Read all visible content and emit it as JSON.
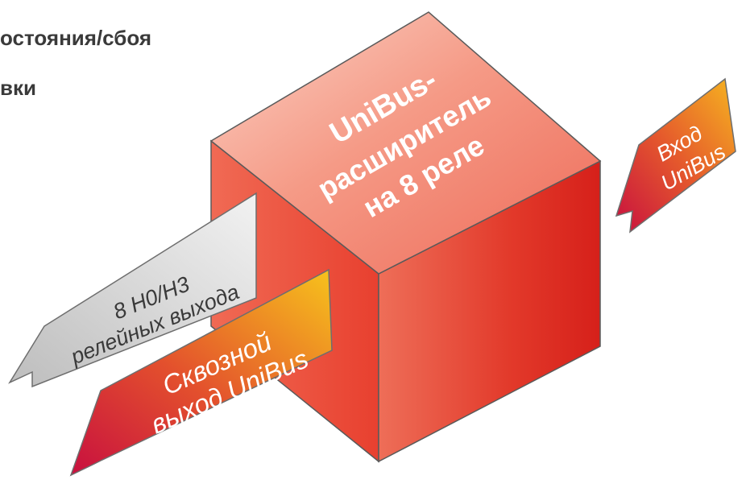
{
  "header": {
    "line1": "остояния/сбоя",
    "line2": "вки"
  },
  "cube": {
    "line1": "UniBus-",
    "line2": "расширитель",
    "line3": "на 8 реле"
  },
  "input_arrow": {
    "line1": "Вход",
    "line2": "UniBus"
  },
  "relay_arrow": {
    "line1": "8 Н0/Н3",
    "line2": "релейных выхода"
  },
  "through_arrow": {
    "line1": "Сквозной",
    "line2": "выход UniBus"
  },
  "colors": {
    "cube_top": "#f58e80",
    "cube_front": "#ea4a3a",
    "cube_side": "#dc2a1e",
    "arrow_gradient_start": "#cc1045",
    "arrow_gradient_end": "#f5c21a",
    "relay_arrow": "#cfcfcf",
    "text_dark": "#3a3a3a"
  }
}
